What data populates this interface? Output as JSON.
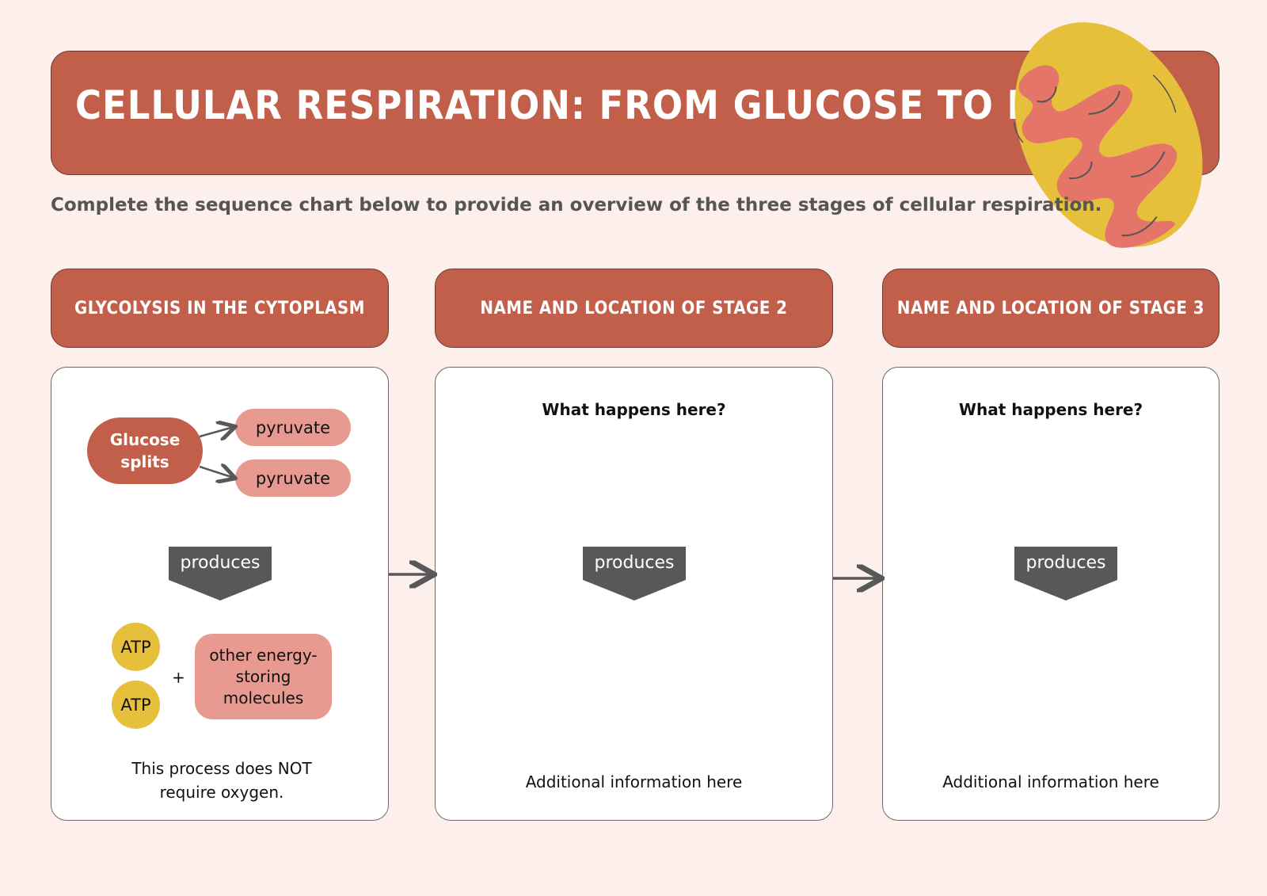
{
  "title": "CELLULAR RESPIRATION: FROM GLUCOSE TO ENERGY",
  "subtitle": "Complete the sequence chart below to provide an overview of the three stages of cellular respiration.",
  "stages": [
    {
      "header": "GLYCOLYSIS IN THE CYTOPLASM",
      "input": "Glucose splits",
      "outputs": [
        "pyruvate",
        "pyruvate"
      ],
      "produces": "produces",
      "products": [
        "ATP",
        "ATP"
      ],
      "plus": "+",
      "other_product": "other energy-storing molecules",
      "note": "This process does NOT require oxygen."
    },
    {
      "header": "NAME AND LOCATION OF STAGE 2",
      "question": "What happens here?",
      "produces": "produces",
      "note": "Additional information here"
    },
    {
      "header": "NAME AND LOCATION OF STAGE 3",
      "question": "What happens here?",
      "produces": "produces",
      "note": "Additional information here"
    }
  ],
  "colors": {
    "background": "#fdefec",
    "header_fill": "#c25f4b",
    "pill_fill": "#e89a90",
    "atp_fill": "#e6bf3b",
    "produces_fill": "#58585a",
    "subtitle_text": "#555555"
  },
  "icons": [
    "mitochondrion-icon",
    "arrow-right-icon"
  ]
}
